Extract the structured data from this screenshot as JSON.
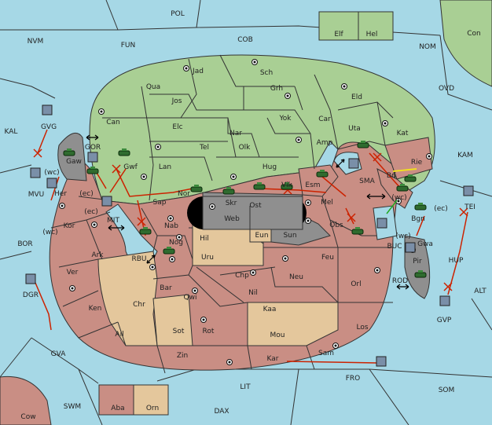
{
  "colors": {
    "sea": "#a6d8e6",
    "green": "#a9cf94",
    "red": "#c98e84",
    "tan": "#e4c79c",
    "gray": "#8f8f8f",
    "black": "#000000",
    "arrow": "#cc2200"
  },
  "sea_labels": {
    "pol": "POL",
    "nvm": "NVM",
    "fun": "FUN",
    "cob": "COB",
    "nom": "NOM",
    "ovd": "OVD",
    "kal": "KAL",
    "kam": "KAM",
    "gor": "GOR",
    "mit": "MIT",
    "bor": "BOR",
    "rbu": "RBU",
    "sma": "SMA",
    "buc": "BUC",
    "rod": "ROD",
    "alt": "ALT",
    "gva": "GVA",
    "swm": "SWM",
    "lit": "LIT",
    "dax": "DAX",
    "fro": "FRO",
    "som": "SOM",
    "con": "Con"
  },
  "regions": {
    "elf": "Elf",
    "hel": "Hel",
    "jad": "Jad",
    "sch": "Sch",
    "qua": "Qua",
    "jos": "Jos",
    "grh": "Grh",
    "eld": "Eld",
    "can": "Can",
    "elc": "Elc",
    "nar": "Nar",
    "yok": "Yok",
    "car": "Car",
    "uta": "Uta",
    "kat": "Kat",
    "tel": "Tel",
    "olk": "Olk",
    "amp": "Amp",
    "rie": "Rie",
    "lan": "Lan",
    "hug": "Hug",
    "gaw": "Gaw",
    "gwf": "Gwf",
    "nor": "Nor",
    "skr": "Skr",
    "vik": "Vik",
    "esm": "Esm",
    "bri": "Bri",
    "sap": "Sap",
    "web": "Web",
    "ost": "Ost",
    "mel": "Mel",
    "bgn": "Bgn",
    "her": "Her",
    "kor": "Kor",
    "nab": "Nab",
    "hil": "Hil",
    "eun": "Eun",
    "sun": "Sun",
    "obs": "Obs",
    "gwa": "Gwa",
    "nog": "Nog",
    "uru": "Uru",
    "feu": "Feu",
    "pir": "Pir",
    "ark": "Ark",
    "chp": "Chp",
    "neu": "Neu",
    "orl": "Orl",
    "ver": "Ver",
    "bar": "Bar",
    "qwi": "Qwi",
    "nil": "Nil",
    "chr": "Chr",
    "ken": "Ken",
    "kaa": "Kaa",
    "sot": "Sot",
    "rot": "Rot",
    "los": "Los",
    "ail": "Ail",
    "mou": "Mou",
    "zin": "Zin",
    "kar": "Kar",
    "sam": "Sam",
    "aba": "Aba",
    "orn": "Orn",
    "cow": "Cow"
  },
  "units": {
    "gvg": "GVG",
    "mvu": "MVU",
    "dgr": "DGR",
    "tei": "TEI",
    "hup": "HUP",
    "gvp": "GVP"
  },
  "coast_tags": {
    "wc1": "(wc)",
    "ec1": "(ec)",
    "ec2": "(ec)",
    "wc2": "(wc)",
    "ec3": "(ec)",
    "wc3": "(wc)",
    "wc4": "(wc)"
  }
}
